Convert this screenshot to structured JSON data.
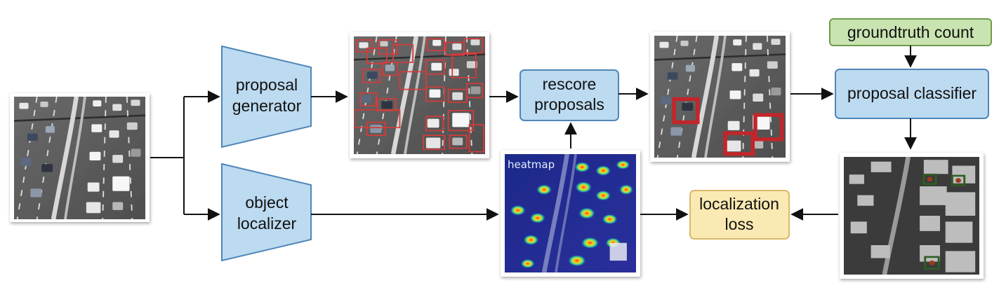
{
  "diagram": {
    "nodes": {
      "proposal_generator": {
        "lines": [
          "proposal",
          "generator"
        ],
        "fill": "#bcdaf0",
        "stroke": "#4f86b8"
      },
      "object_localizer": {
        "lines": [
          "object",
          "localizer"
        ],
        "fill": "#bcdaf0",
        "stroke": "#4f86b8"
      },
      "rescore_proposals": {
        "lines": [
          "rescore",
          "proposals"
        ],
        "fill": "#bcdaf0",
        "stroke": "#4f86b8"
      },
      "proposal_classifier": {
        "lines": [
          "proposal classifier"
        ],
        "fill": "#bcdaf0",
        "stroke": "#4f86b8"
      },
      "groundtruth_count": {
        "lines": [
          "groundtruth count"
        ],
        "fill": "#c9e4b1",
        "stroke": "#6f9c4c"
      },
      "localization_loss": {
        "lines": [
          "localization",
          "loss"
        ],
        "fill": "#fbe9b3",
        "stroke": "#d9b96a"
      }
    },
    "images": {
      "input": "input traffic image",
      "proposals": "traffic image with dense red proposal boxes",
      "rescored": "traffic image with selected red boxes",
      "heatmap": {
        "label": "heatmap"
      },
      "masked": "masked traffic image with detections"
    }
  }
}
